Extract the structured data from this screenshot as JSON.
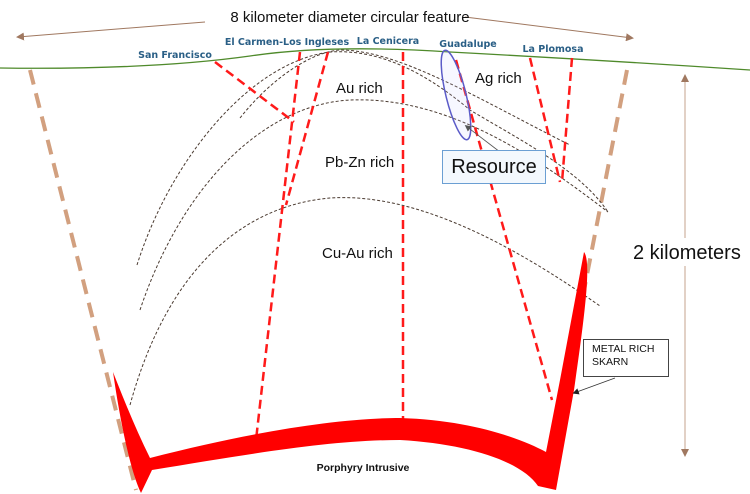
{
  "title": "8 kilometer diameter circular feature",
  "sites": {
    "san_francisco": "San Francisco",
    "el_carmen": "El Carmen-Los Ingleses",
    "la_cenicera": "La Cenicera",
    "guadalupe": "Guadalupe",
    "la_plomosa": "La Plomosa"
  },
  "zones": {
    "au": "Au rich",
    "ag": "Ag rich",
    "pbzn": "Pb-Zn rich",
    "cuau": "Cu-Au rich"
  },
  "resource_label": "Resource",
  "depth_label": "2 kilometers",
  "skarn_label_line1": "METAL RICH",
  "skarn_label_line2": "SKARN",
  "intrusive_label": "Porphyry Intrusive",
  "colors": {
    "fault": "#ff1a1a",
    "ground": "#4f8a2b",
    "wall": "#d2a07f",
    "site": "#2a5f86",
    "resource": "#5b5bc8"
  }
}
